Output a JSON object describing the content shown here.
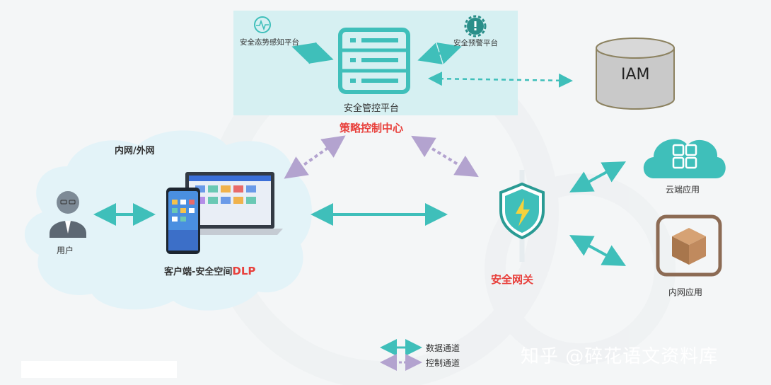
{
  "platform": {
    "management_label": "安全管控平台",
    "situation_label": "安全态势感知平台",
    "warning_label": "安全预警平台",
    "policy_center_label": "策略控制中心"
  },
  "iam": {
    "label": "IAM"
  },
  "network": {
    "label": "内网/外网"
  },
  "user": {
    "label": "用户"
  },
  "client": {
    "label_main": "客户端-安全空间",
    "label_dlp": "DLP"
  },
  "gateway": {
    "label": "安全网关"
  },
  "cloud_app": {
    "label": "云端应用"
  },
  "intranet_app": {
    "label": "内网应用"
  },
  "legend": {
    "data_channel": "数据通道",
    "control_channel": "控制通道"
  },
  "watermark": {
    "text": "知乎 @碎花语文资料库"
  },
  "colors": {
    "teal": "#3fbfba",
    "panel": "#d6f0f2",
    "control": "#b3a3cf",
    "red": "#e8403c",
    "cloud": "#e3f3f8",
    "iam": "#c9c9c9",
    "box_brown": "#8c6b54"
  }
}
